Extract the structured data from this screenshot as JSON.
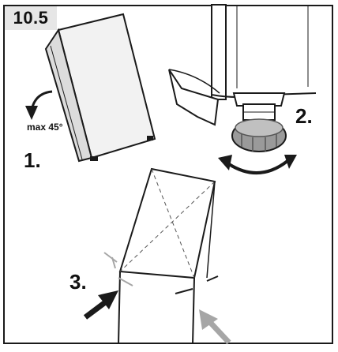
{
  "section_number": "10.5",
  "steps": {
    "one": "1.",
    "two": "2.",
    "three": "3."
  },
  "tilt_limit_label": "max 45°",
  "colors": {
    "line": "#1a1a1a",
    "panel": "#f2f2f2",
    "panel_edge": "#dcdcdc",
    "foot": "#9a9a9a",
    "foot_dark": "#555555",
    "guide_arrow": "#a6a6a6",
    "badge": "#e6e6e6"
  },
  "icons": [
    "tilted-appliance-icon",
    "tilt-direction-arrow-icon",
    "adjustable-foot-icon",
    "rotation-arrows-icon",
    "level-check-icon",
    "push-arrow-icon"
  ]
}
